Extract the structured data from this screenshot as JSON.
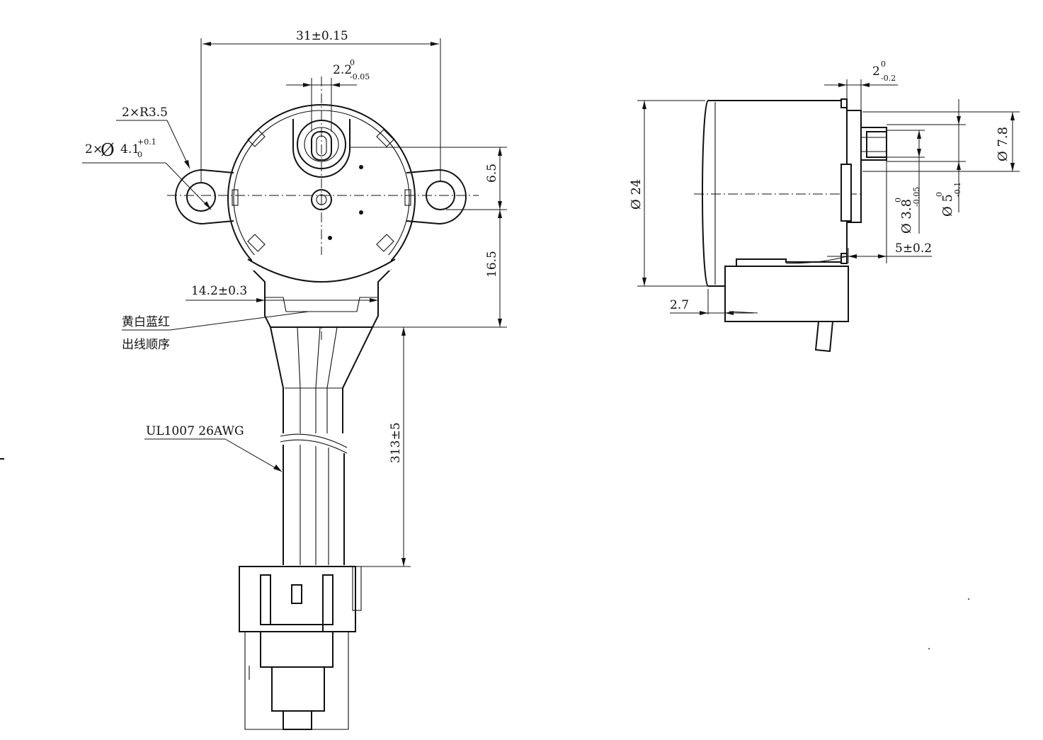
{
  "colors": {
    "line": "#111111",
    "background": "#ffffff"
  },
  "front_view": {
    "dim_width": "31±0.15",
    "dim_shaft_flat_main": "2.2",
    "dim_shaft_flat_sup": "0",
    "dim_shaft_flat_sub": "-0.05",
    "dim_radius": "2×R3.5",
    "dim_hole_prefix": "2×",
    "dim_hole_symbol": "Ø",
    "dim_hole_main": "4.1",
    "dim_hole_sup": "+0.1",
    "dim_hole_sub": "0",
    "dim_height_top": "6.5",
    "dim_height_bottom": "16.5",
    "dim_neck_width": "14.2±0.3",
    "wire_order_line1": "黄白蓝红",
    "wire_order_line2": "出线顺序",
    "wire_spec": "UL1007 26AWG",
    "dim_wire_length": "313±5"
  },
  "side_view": {
    "dim_diameter": "Ø 24",
    "dim_boss_main": "2",
    "dim_boss_sup": "0",
    "dim_boss_sub": "-0.2",
    "dim_outer": "Ø 7.8",
    "dim_shaft_main": "Ø 3.8",
    "dim_shaft_sup": "0",
    "dim_shaft_sub": "-0.05",
    "dim_hub_main": "Ø 5",
    "dim_hub_sup": "0",
    "dim_hub_sub": "-0.1",
    "dim_shaft_len": "5±0.2",
    "dim_offset": "2.7"
  }
}
